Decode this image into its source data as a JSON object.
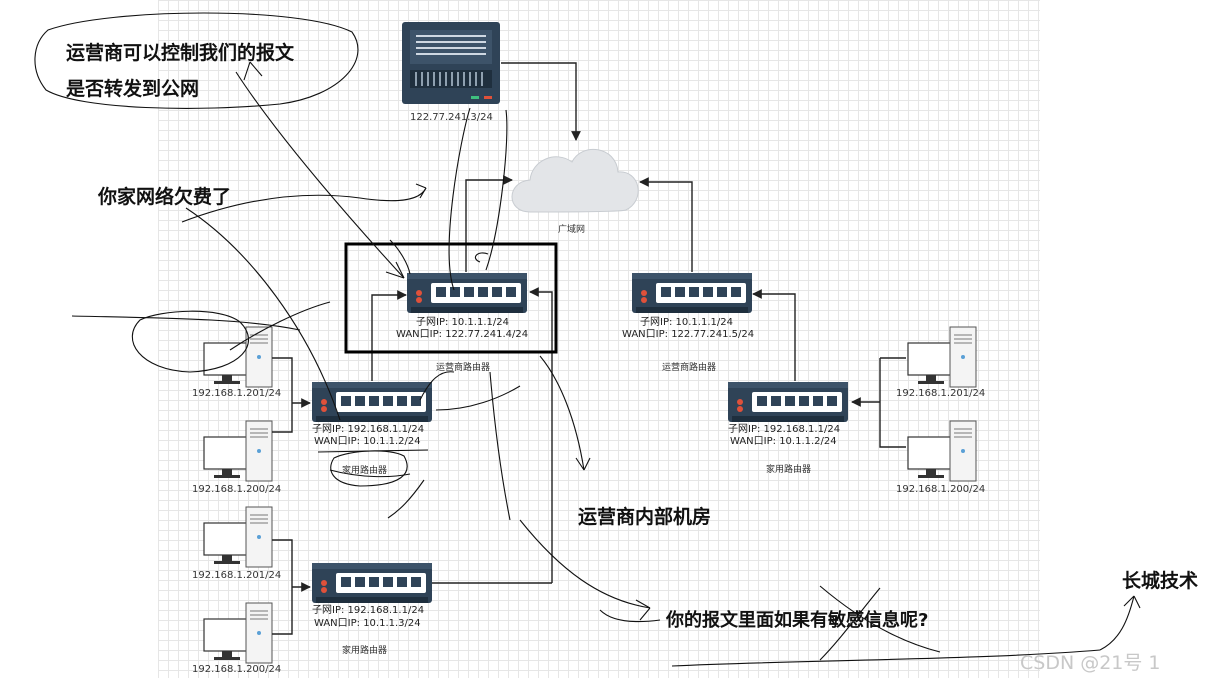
{
  "server": {
    "ip": "122.77.241.3/24"
  },
  "cloud": {
    "label": "广域网"
  },
  "isp_router_left": {
    "subnet_ip": "子网IP:   10.1.1.1/24",
    "wan_ip": "WAN口IP:  122.77.241.4/24",
    "name": "运营商路由器"
  },
  "isp_router_right": {
    "subnet_ip": "子网IP:   10.1.1.1/24",
    "wan_ip": "WAN口IP:  122.77.241.5/24",
    "name": "运营商路由器"
  },
  "home_router_1": {
    "subnet_ip": "子网IP:   192.168.1.1/24",
    "wan_ip": "WAN口IP:  10.1.1.2/24",
    "name": "家用路由器"
  },
  "home_router_2": {
    "subnet_ip": "子网IP:   192.168.1.1/24",
    "wan_ip": "WAN口IP:  10.1.1.3/24",
    "name": "家用路由器"
  },
  "home_router_3": {
    "subnet_ip": "子网IP:   192.168.1.1/24",
    "wan_ip": "WAN口IP:  10.1.1.2/24",
    "name": "家用路由器"
  },
  "pcs": {
    "left_top_a": "192.168.1.201/24",
    "left_top_b": "192.168.1.200/24",
    "left_bot_a": "192.168.1.201/24",
    "left_bot_b": "192.168.1.200/24",
    "right_a": "192.168.1.201/24",
    "right_b": "192.168.1.200/24"
  },
  "annotations": {
    "isp_control_line1": "运营商可以控制我们的报文",
    "isp_control_line2": "是否转发到公网",
    "arrears": "你家网络欠费了",
    "isp_room": "运营商内部机房",
    "sensitive": "你的报文里面如果有敏感信息呢?",
    "great_wall": "长城技术"
  },
  "watermark": "CSDN @21号      1"
}
